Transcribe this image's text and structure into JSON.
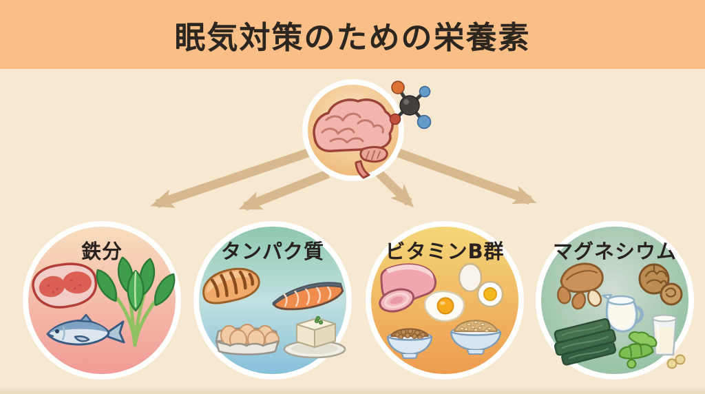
{
  "header": {
    "title": "眠気対策のための栄養素",
    "bg_color": "#FABF87",
    "text_color": "#2B2620"
  },
  "canvas": {
    "bg_color": "#F7E8D1",
    "arrow_color": "#D8B98F"
  },
  "center_node": {
    "icon": "brain-icon",
    "decoration": "molecule-icon",
    "circle_colors": {
      "inner": "#F9E7C7",
      "outer": "#EFB471",
      "ring": "#FFFFFF"
    },
    "molecule_colors": {
      "center_atom": "#44403D",
      "bond": "#3B3B3B",
      "atom_orange": "#DD7233",
      "atom_red": "#C2513C",
      "atom_blue": "#649BC9"
    }
  },
  "nutrients": [
    {
      "label": "鉄分",
      "food_icons": [
        "steak-icon",
        "spinach-icon",
        "tuna-fish-icon"
      ],
      "colors": {
        "top": "#F7DDBE",
        "bottom": "#F19B97",
        "ring": "#FFFFFF"
      }
    },
    {
      "label": "タンパク質",
      "food_icons": [
        "grilled-chicken-icon",
        "salmon-fillet-icon",
        "egg-carton-icon",
        "tofu-plate-icon"
      ],
      "colors": {
        "top": "#8EC7AF",
        "mid": "#C2E0DF",
        "bottom": "#85C0DB",
        "ring": "#FFFFFF"
      }
    },
    {
      "label": "ビタミンB群",
      "food_icons": [
        "pork-icon",
        "boiled-eggs-icon",
        "fried-egg-icon",
        "natto-bowl-icon",
        "brown-rice-bowl-icon"
      ],
      "colors": {
        "top": "#F4D678",
        "bottom": "#EE9C4F",
        "ring": "#FFFFFF"
      }
    },
    {
      "label": "マグネシウム",
      "food_icons": [
        "almonds-icon",
        "walnuts-icon",
        "milk-pitcher-icon",
        "kombu-seaweed-icon",
        "milk-glass-icon",
        "edamame-icon",
        "soybeans-icon"
      ],
      "colors": {
        "inner": "#D1DCD4",
        "outer": "#8CBD9B",
        "ring": "#FFFFFF"
      }
    }
  ]
}
